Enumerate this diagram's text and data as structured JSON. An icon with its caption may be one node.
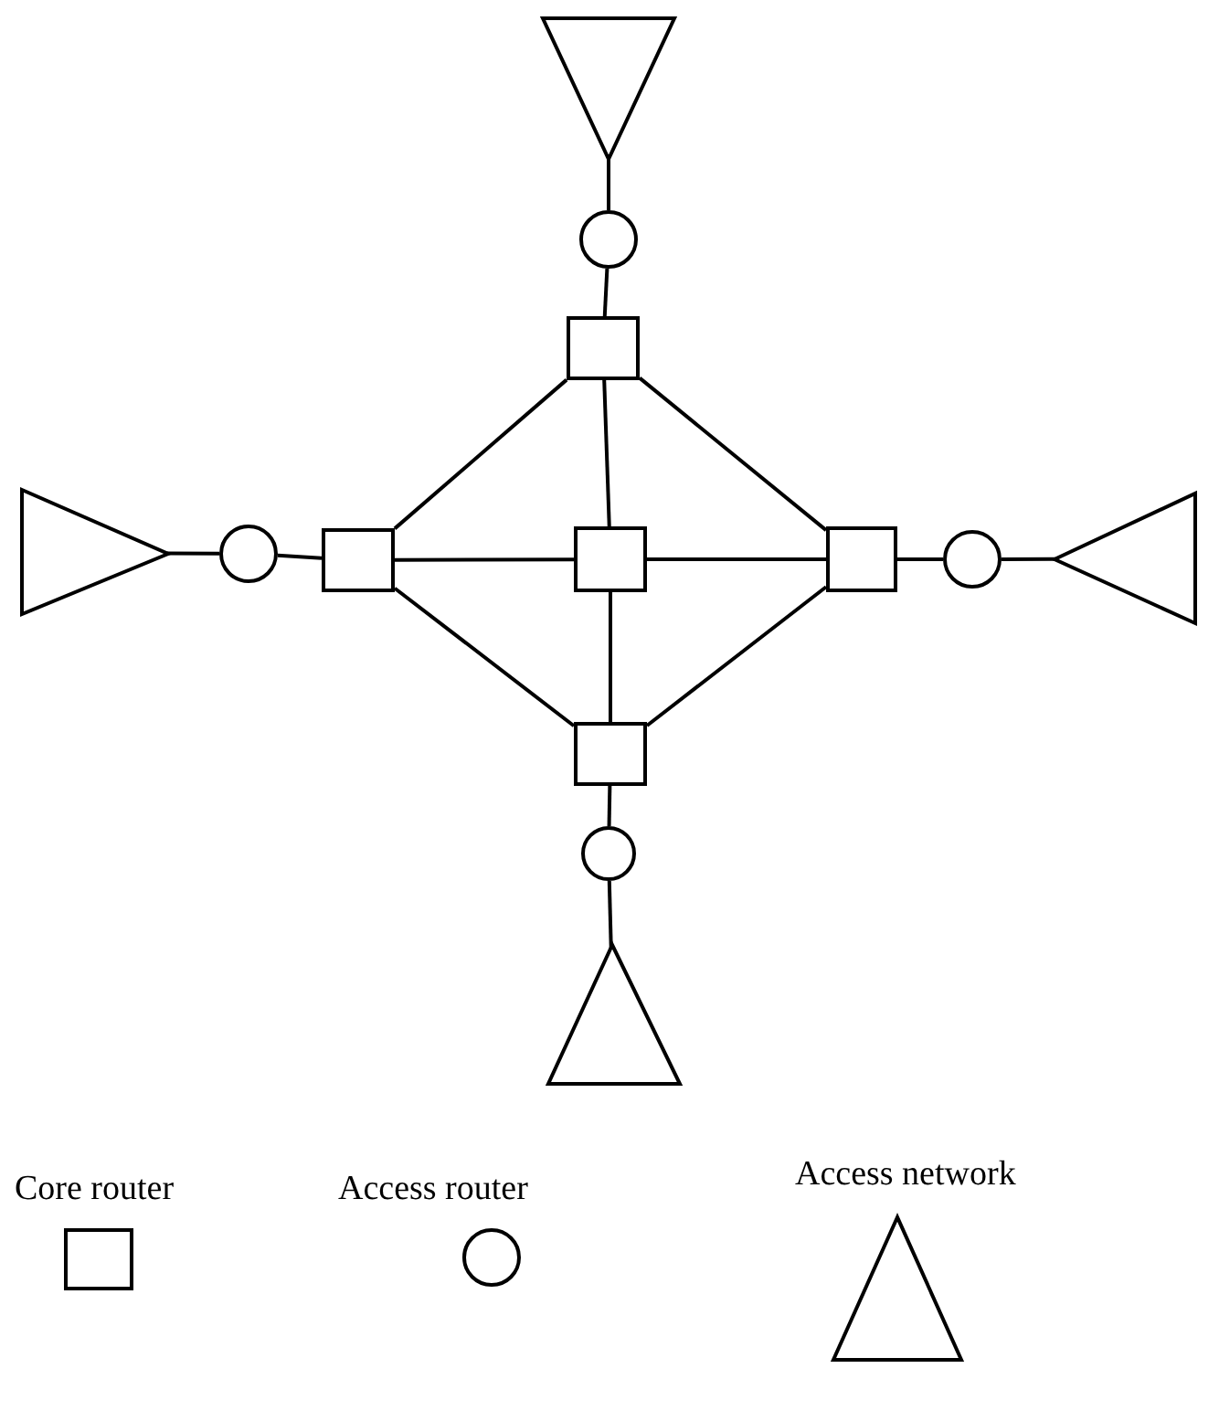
{
  "diagram": {
    "nodes": [
      {
        "text": [],
        "shape": "triangle"
      },
      {
        "text": [],
        "shape": "circle"
      },
      {
        "text": [],
        "shape": "box"
      },
      {
        "text": [],
        "shape": "triangle"
      },
      {
        "text": [],
        "shape": "circle"
      },
      {
        "text": [],
        "shape": "box"
      },
      {
        "text": [],
        "shape": "box"
      },
      {
        "text": [],
        "shape": "box"
      },
      {
        "text": [],
        "shape": "circle"
      },
      {
        "text": [],
        "shape": "triangle"
      },
      {
        "text": [],
        "shape": "box"
      },
      {
        "text": [],
        "shape": "circle"
      },
      {
        "text": [],
        "shape": "triangle"
      }
    ],
    "edges": [
      {
        "from": 0,
        "to": 1,
        "arrow": "none"
      },
      {
        "from": 1,
        "to": 2,
        "arrow": "none"
      },
      {
        "from": 2,
        "to": 5,
        "arrow": "none"
      },
      {
        "from": 2,
        "to": 6,
        "arrow": "none"
      },
      {
        "from": 2,
        "to": 7,
        "arrow": "none"
      },
      {
        "from": 3,
        "to": 4,
        "arrow": "none"
      },
      {
        "from": 4,
        "to": 5,
        "arrow": "none"
      },
      {
        "from": 5,
        "to": 6,
        "arrow": "none"
      },
      {
        "from": 6,
        "to": 7,
        "arrow": "none"
      },
      {
        "from": 7,
        "to": 8,
        "arrow": "none"
      },
      {
        "from": 8,
        "to": 9,
        "arrow": "none"
      },
      {
        "from": 5,
        "to": 10,
        "arrow": "none"
      },
      {
        "from": 6,
        "to": 10,
        "arrow": "none"
      },
      {
        "from": 7,
        "to": 10,
        "arrow": "none"
      },
      {
        "from": 10,
        "to": 11,
        "arrow": "none"
      },
      {
        "from": 11,
        "to": 12,
        "arrow": "none"
      }
    ],
    "legend": [
      {
        "text": "Core router"
      },
      {
        "text": "Access router"
      },
      {
        "text": "Access network"
      }
    ]
  }
}
